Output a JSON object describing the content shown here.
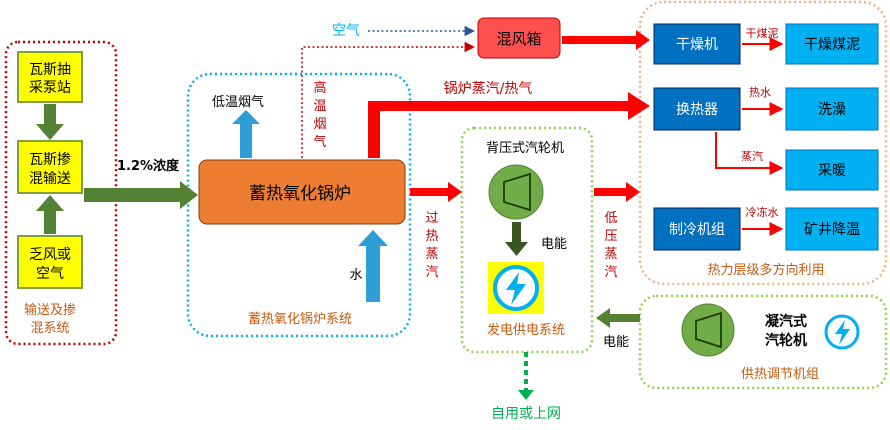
{
  "colors": {
    "yellow": "#ffff00",
    "olive_border": "#7f9f3f",
    "green_arrow": "#548235",
    "orange_box": "#ed7d31",
    "red": "#ff0000",
    "blue_box": "#0070c0",
    "cyan_box": "#00b0f0",
    "cyan_text": "#00b0f0",
    "mixbox_fill": "#ff5050",
    "dotted_red": "#c00000",
    "dotted_cyan": "#00b0f0",
    "dotted_green": "#92d050",
    "dotted_orange": "#f4b183",
    "turbine_green": "#70ad47",
    "water_arrow": "#2e9fd6"
  },
  "transport": {
    "box1": [
      "瓦斯抽",
      "采泵站"
    ],
    "box2": [
      "瓦斯掺",
      "混输送"
    ],
    "box3": [
      "乏风或",
      "空气"
    ],
    "label": [
      "输送及掺",
      "混系统"
    ]
  },
  "concentration_label": "1.2%浓度",
  "boiler": {
    "title": "蓄热氧化锅炉",
    "system_label": "蓄热氧化锅炉系统",
    "low_temp_gas": "低温烟气",
    "water": "水",
    "high_temp_gas": [
      "高",
      "温",
      "烟",
      "气"
    ]
  },
  "air_label": "空气",
  "mixbox": "混风箱",
  "boiler_steam": "锅炉蒸汽/热气",
  "superheated_steam": [
    "过",
    "热",
    "蒸",
    "汽"
  ],
  "power": {
    "turbine": "背压式汽轮机",
    "electricity": "电能",
    "system_label": "发电供电系统",
    "output": "自用或上网"
  },
  "low_pressure_steam": [
    "低",
    "压",
    "蒸",
    "汽"
  ],
  "heat": {
    "dryer": "干燥机",
    "dry_sludge": "干燥煤泥",
    "sludge_label": "干煤泥",
    "exchanger": "换热器",
    "bath": "洗澡",
    "hot_water": "热水",
    "steam": "蒸汽",
    "heating": "采暖",
    "chiller": "制冷机组",
    "cooling": "矿井降温",
    "chilled_water": "冷冻水",
    "system_label": "热力层级多方向利用"
  },
  "regulation": {
    "turbine": [
      "凝汽式",
      "汽轮机"
    ],
    "label": "供热调节机组",
    "electricity": "电能"
  }
}
